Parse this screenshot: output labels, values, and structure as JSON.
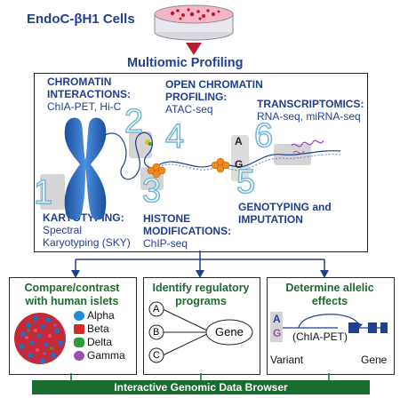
{
  "header": {
    "cells_title": "EndoC-βH1 Cells",
    "profiling_title": "Multiomic Profiling"
  },
  "assays": {
    "chromatin": {
      "title_line1": "CHROMATIN",
      "title_line2": "INTERACTIONS:",
      "methods": "ChIA-PET, Hi-C",
      "number": "2"
    },
    "open_chromatin": {
      "title_line1": "OPEN CHROMATIN",
      "title_line2": "PROFILING:",
      "methods": "ATAC-seq",
      "number": "4"
    },
    "transcriptomics": {
      "title": "TRANSCRIPTOMICS:",
      "methods": "RNA-seq, miRNA-seq",
      "number": "6"
    },
    "karyotyping": {
      "title": "KARYOTYPING:",
      "methods_line1": "Spectral",
      "methods_line2": "Karyotyping (SKY)",
      "number": "1"
    },
    "histone": {
      "title_line1": "HISTONE",
      "title_line2": "MODIFICATIONS:",
      "methods": "ChIP-seq",
      "number": "3"
    },
    "genotyping": {
      "title_line1": "GENOTYPING and",
      "title_line2": "IMPUTATION",
      "number": "5"
    },
    "alleles": {
      "a": "A",
      "g": "G"
    }
  },
  "outputs": {
    "compare": {
      "title_line1": "Compare/contrast",
      "title_line2": "with human islets",
      "legend": [
        {
          "label": "Alpha",
          "color": "#1e8fd6"
        },
        {
          "label": "Beta",
          "color": "#d42a2a"
        },
        {
          "label": "Delta",
          "color": "#2e9a3a"
        },
        {
          "label": "Gamma",
          "color": "#9b4fb0"
        }
      ]
    },
    "regulatory": {
      "title": "Identify regulatory",
      "title_line2": "programs",
      "nodes": [
        "A",
        "B",
        "C"
      ],
      "gene": "Gene"
    },
    "allelic": {
      "title_line1": "Determine allelic",
      "title_line2": "effects",
      "allele_a": "A",
      "allele_g": "G",
      "method": "(ChIA-PET)",
      "variant": "Variant",
      "gene": "Gene"
    }
  },
  "footer": {
    "browser": "Interactive Genomic Data Browser"
  },
  "colors": {
    "navy": "#1f3f8f",
    "green": "#1a6b2e",
    "number_outline": "#6fb6d9",
    "chromosome": "#2c6fc4"
  }
}
